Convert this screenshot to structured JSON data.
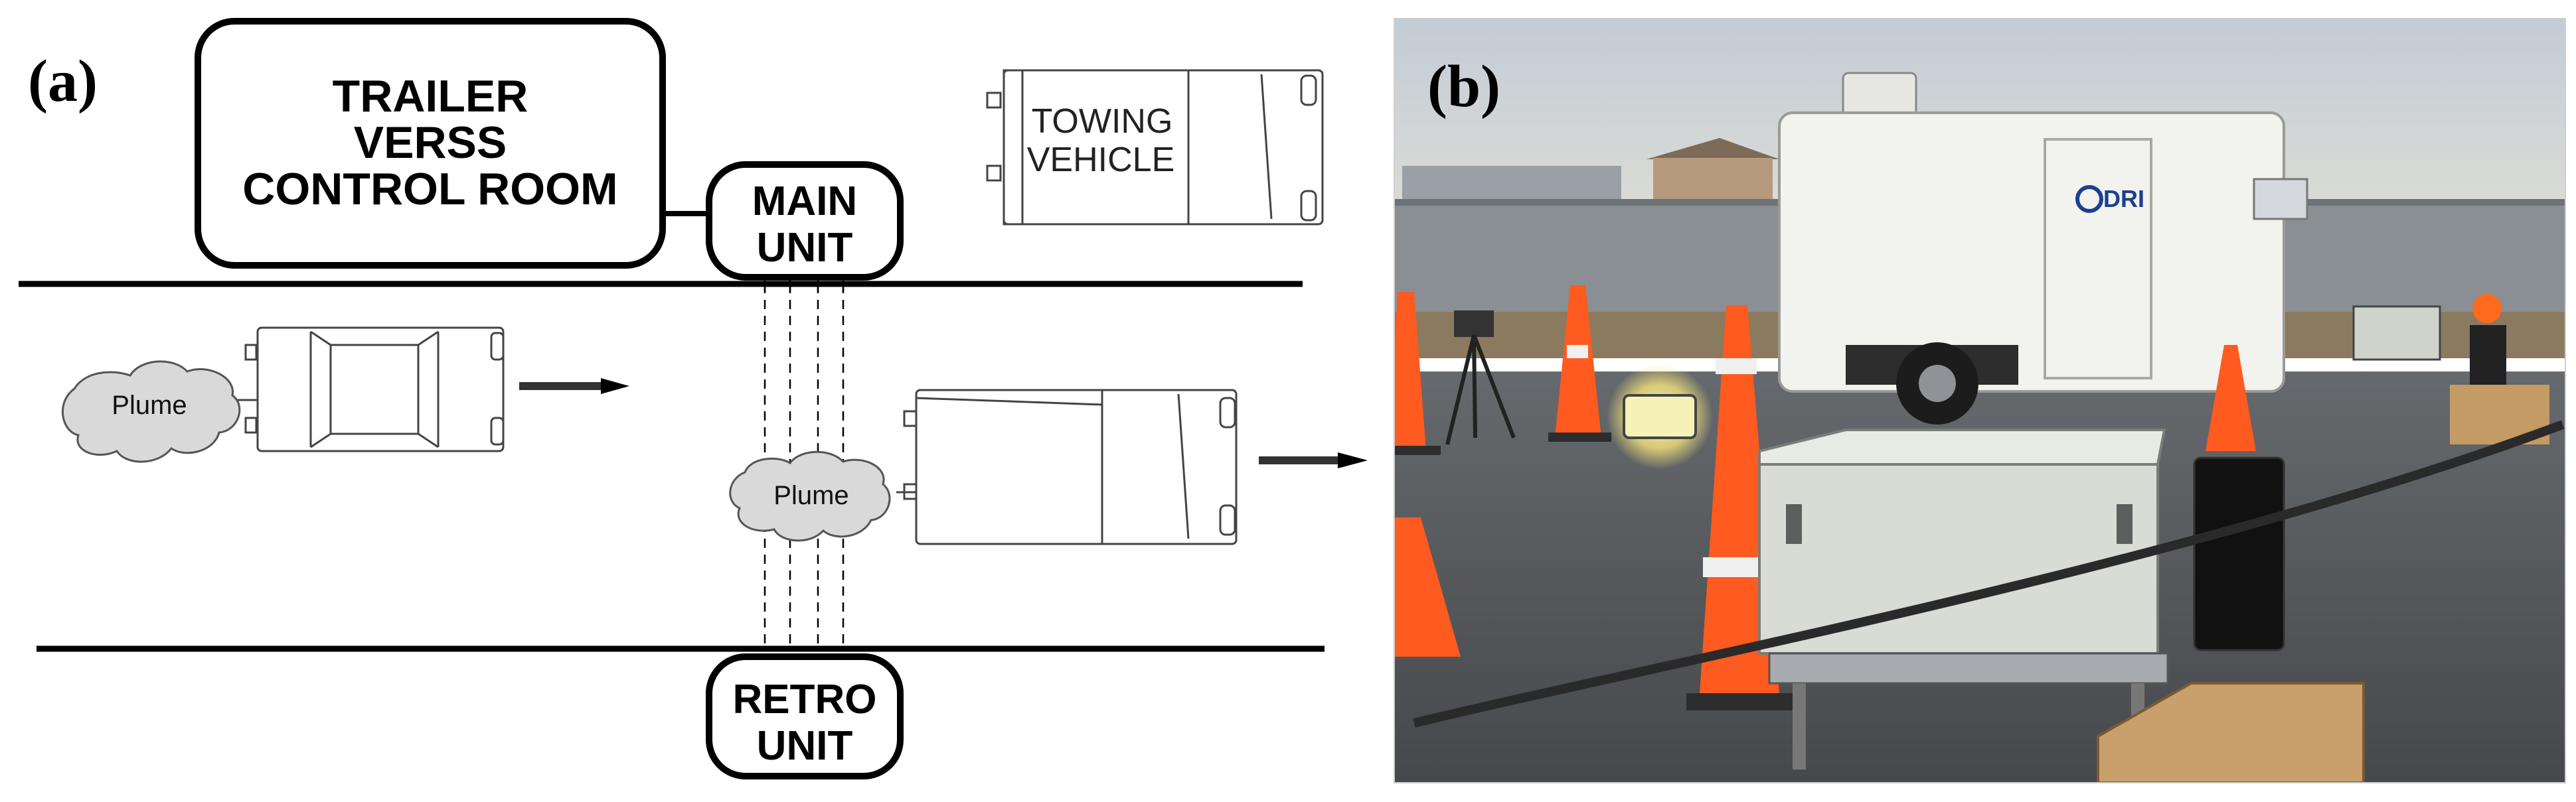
{
  "panel_a": {
    "letter": "(a)",
    "control_room": {
      "line1": "TRAILER",
      "line2": "VERSS",
      "line3": "CONTROL ROOM"
    },
    "main_unit": {
      "line1": "MAIN",
      "line2": "UNIT"
    },
    "retro_unit": {
      "line1": "RETRO",
      "line2": "UNIT"
    },
    "towing_vehicle": {
      "line1": "TOWING",
      "line2": "VEHICLE"
    },
    "plume_1": "Plume",
    "plume_2": "Plume"
  },
  "panel_b": {
    "letter": "(b)",
    "trailer_logo": "DRI"
  },
  "colors": {
    "ink": "#000000",
    "plume_fill": "#d9d9d9",
    "sky": "#c9d3dc",
    "wall": "#8a8f94",
    "road": "#54575b",
    "trailer": "#f2f2ee",
    "cone": "#ff5a1f",
    "box": "#d8dcd4"
  }
}
